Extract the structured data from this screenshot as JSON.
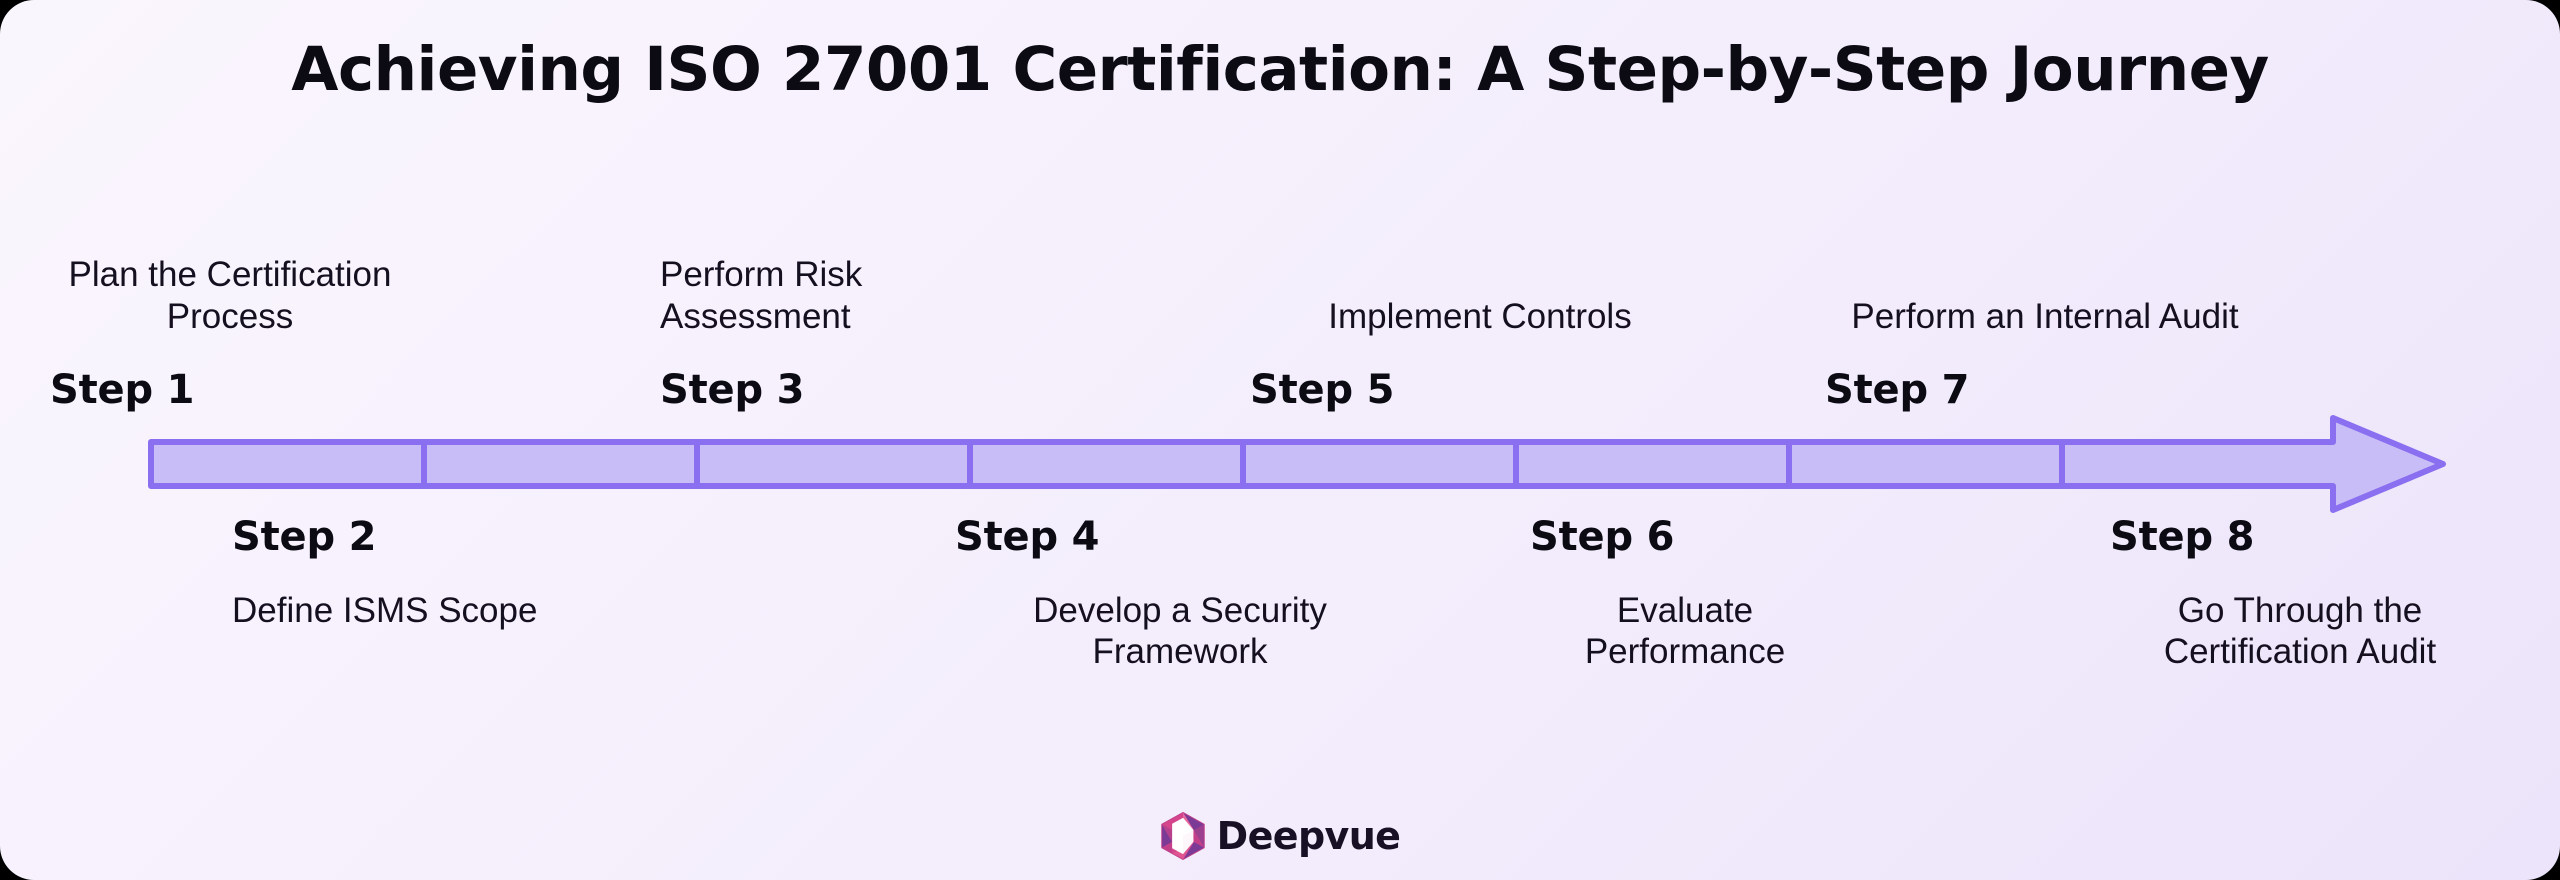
{
  "title": "Achieving ISO 27001 Certification: A Step-by-Step Journey",
  "colors": {
    "background_start": "#faf6fd",
    "background_end": "#ece4fa",
    "bar_fill": "#c9bdf7",
    "bar_stroke": "#8a6ff0",
    "title_text": "#0c0a12",
    "logo_pink": "#e8538a",
    "logo_magenta": "#c8417f",
    "logo_purple": "#7b3a96"
  },
  "chart_data": {
    "type": "timeline",
    "title": "Achieving ISO 27001 Certification: A Step-by-Step Journey",
    "segments": 8,
    "direction": "left-to-right",
    "steps": [
      {
        "label": "Step 1",
        "description": "Plan the Certification Process",
        "position": "above"
      },
      {
        "label": "Step 2",
        "description": "Define ISMS Scope",
        "position": "below"
      },
      {
        "label": "Step 3",
        "description": "Perform Risk Assessment",
        "position": "above"
      },
      {
        "label": "Step 4",
        "description": "Develop a Security Framework",
        "position": "below"
      },
      {
        "label": "Step 5",
        "description": "Implement Controls",
        "position": "above"
      },
      {
        "label": "Step 6",
        "description": "Evaluate Performance",
        "position": "below"
      },
      {
        "label": "Step 7",
        "description": "Perform an Internal Audit",
        "position": "above"
      },
      {
        "label": "Step 8",
        "description": "Go Through the Certification Audit",
        "position": "below"
      }
    ]
  },
  "steps": {
    "s1": {
      "label": "Step 1",
      "description": "Plan the Certification Process"
    },
    "s2": {
      "label": "Step 2",
      "description": "Define ISMS Scope"
    },
    "s3": {
      "label": "Step 3",
      "description": "Perform Risk Assessment"
    },
    "s4": {
      "label": "Step 4",
      "description": "Develop a Security Framework"
    },
    "s5": {
      "label": "Step 5",
      "description": "Implement Controls"
    },
    "s6": {
      "label": "Step 6",
      "description": "Evaluate Performance"
    },
    "s7": {
      "label": "Step 7",
      "description": "Perform an Internal Audit"
    },
    "s8": {
      "label": "Step 8",
      "description": "Go Through the Certification Audit"
    }
  },
  "logo": {
    "name": "Deepvue",
    "mark": "deepvue-hexagon-logo-icon"
  }
}
